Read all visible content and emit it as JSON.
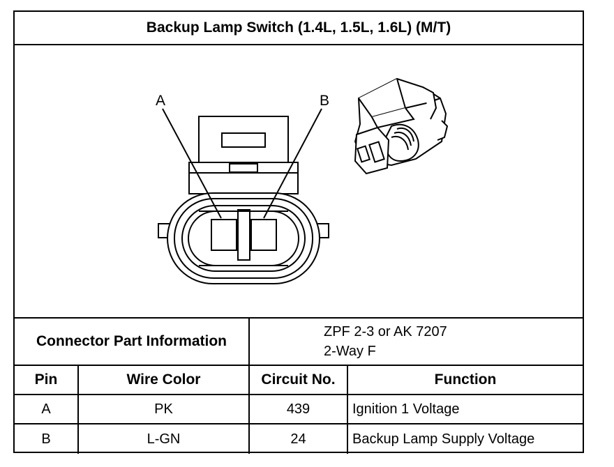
{
  "title": "Backup Lamp Switch (1.4L, 1.5L, 1.6L) (M/T)",
  "diagram": {
    "pin_label_a": "A",
    "pin_label_b": "B"
  },
  "part_info": {
    "label": "Connector Part Information",
    "line1": "ZPF 2-3 or AK 7207",
    "line2": "2-Way F"
  },
  "table": {
    "headers": [
      "Pin",
      "Wire Color",
      "Circuit No.",
      "Function"
    ],
    "rows": [
      [
        "A",
        "PK",
        "439",
        "Ignition 1 Voltage"
      ],
      [
        "B",
        "L-GN",
        "24",
        "Backup Lamp Supply Voltage"
      ]
    ]
  }
}
